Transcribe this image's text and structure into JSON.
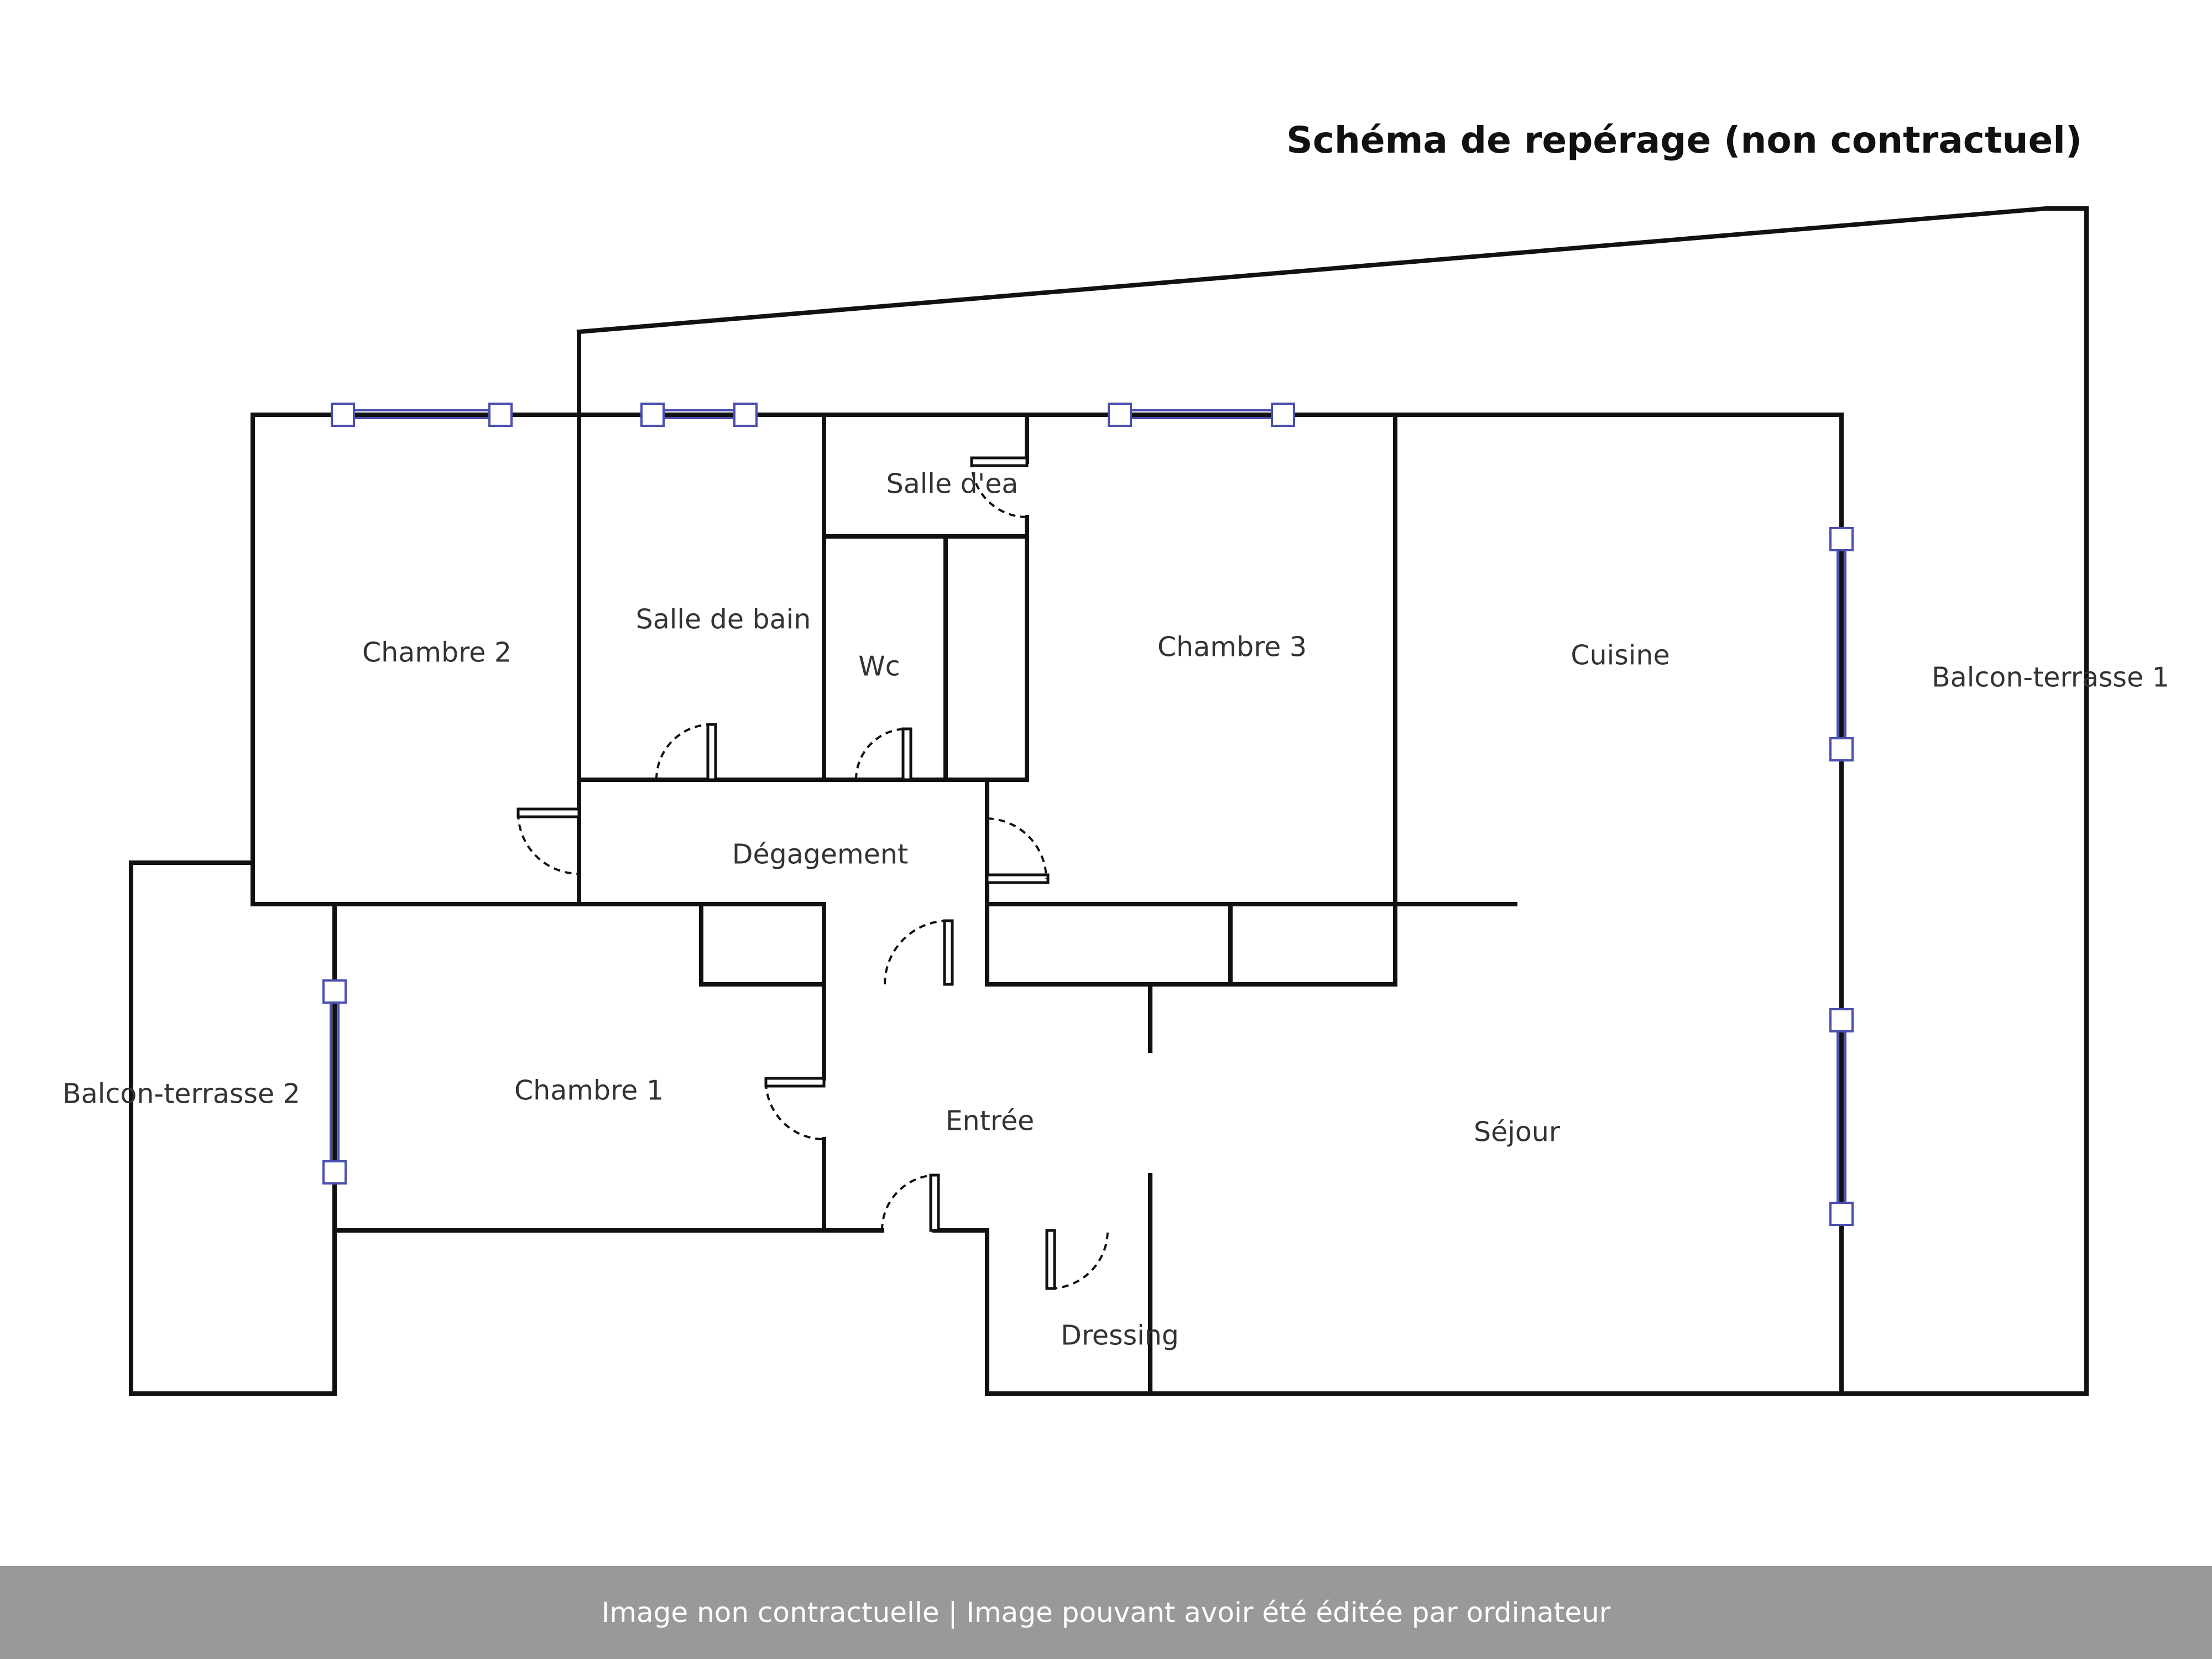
{
  "title": "Schéma de repérage (non contractuel)",
  "rooms": {
    "chambre2": "Chambre 2",
    "salle_de_bain": "Salle de bain",
    "salle_deau": "Salle d'ea",
    "wc": "Wc",
    "chambre3": "Chambre 3",
    "cuisine": "Cuisine",
    "balcon1": "Balcon-terrasse 1",
    "degagement": "Dégagement",
    "chambre1": "Chambre 1",
    "balcon2": "Balcon-terrasse 2",
    "entree": "Entrée",
    "sejour": "Séjour",
    "dressing": "Dressing"
  },
  "footer": "Image non contractuelle | Image pouvant avoir été éditée par ordinateur",
  "colors": {
    "walls": "#111111",
    "windows": "#4a4fb0",
    "footer_bg": "#999999",
    "footer_text": "#ffffff"
  }
}
